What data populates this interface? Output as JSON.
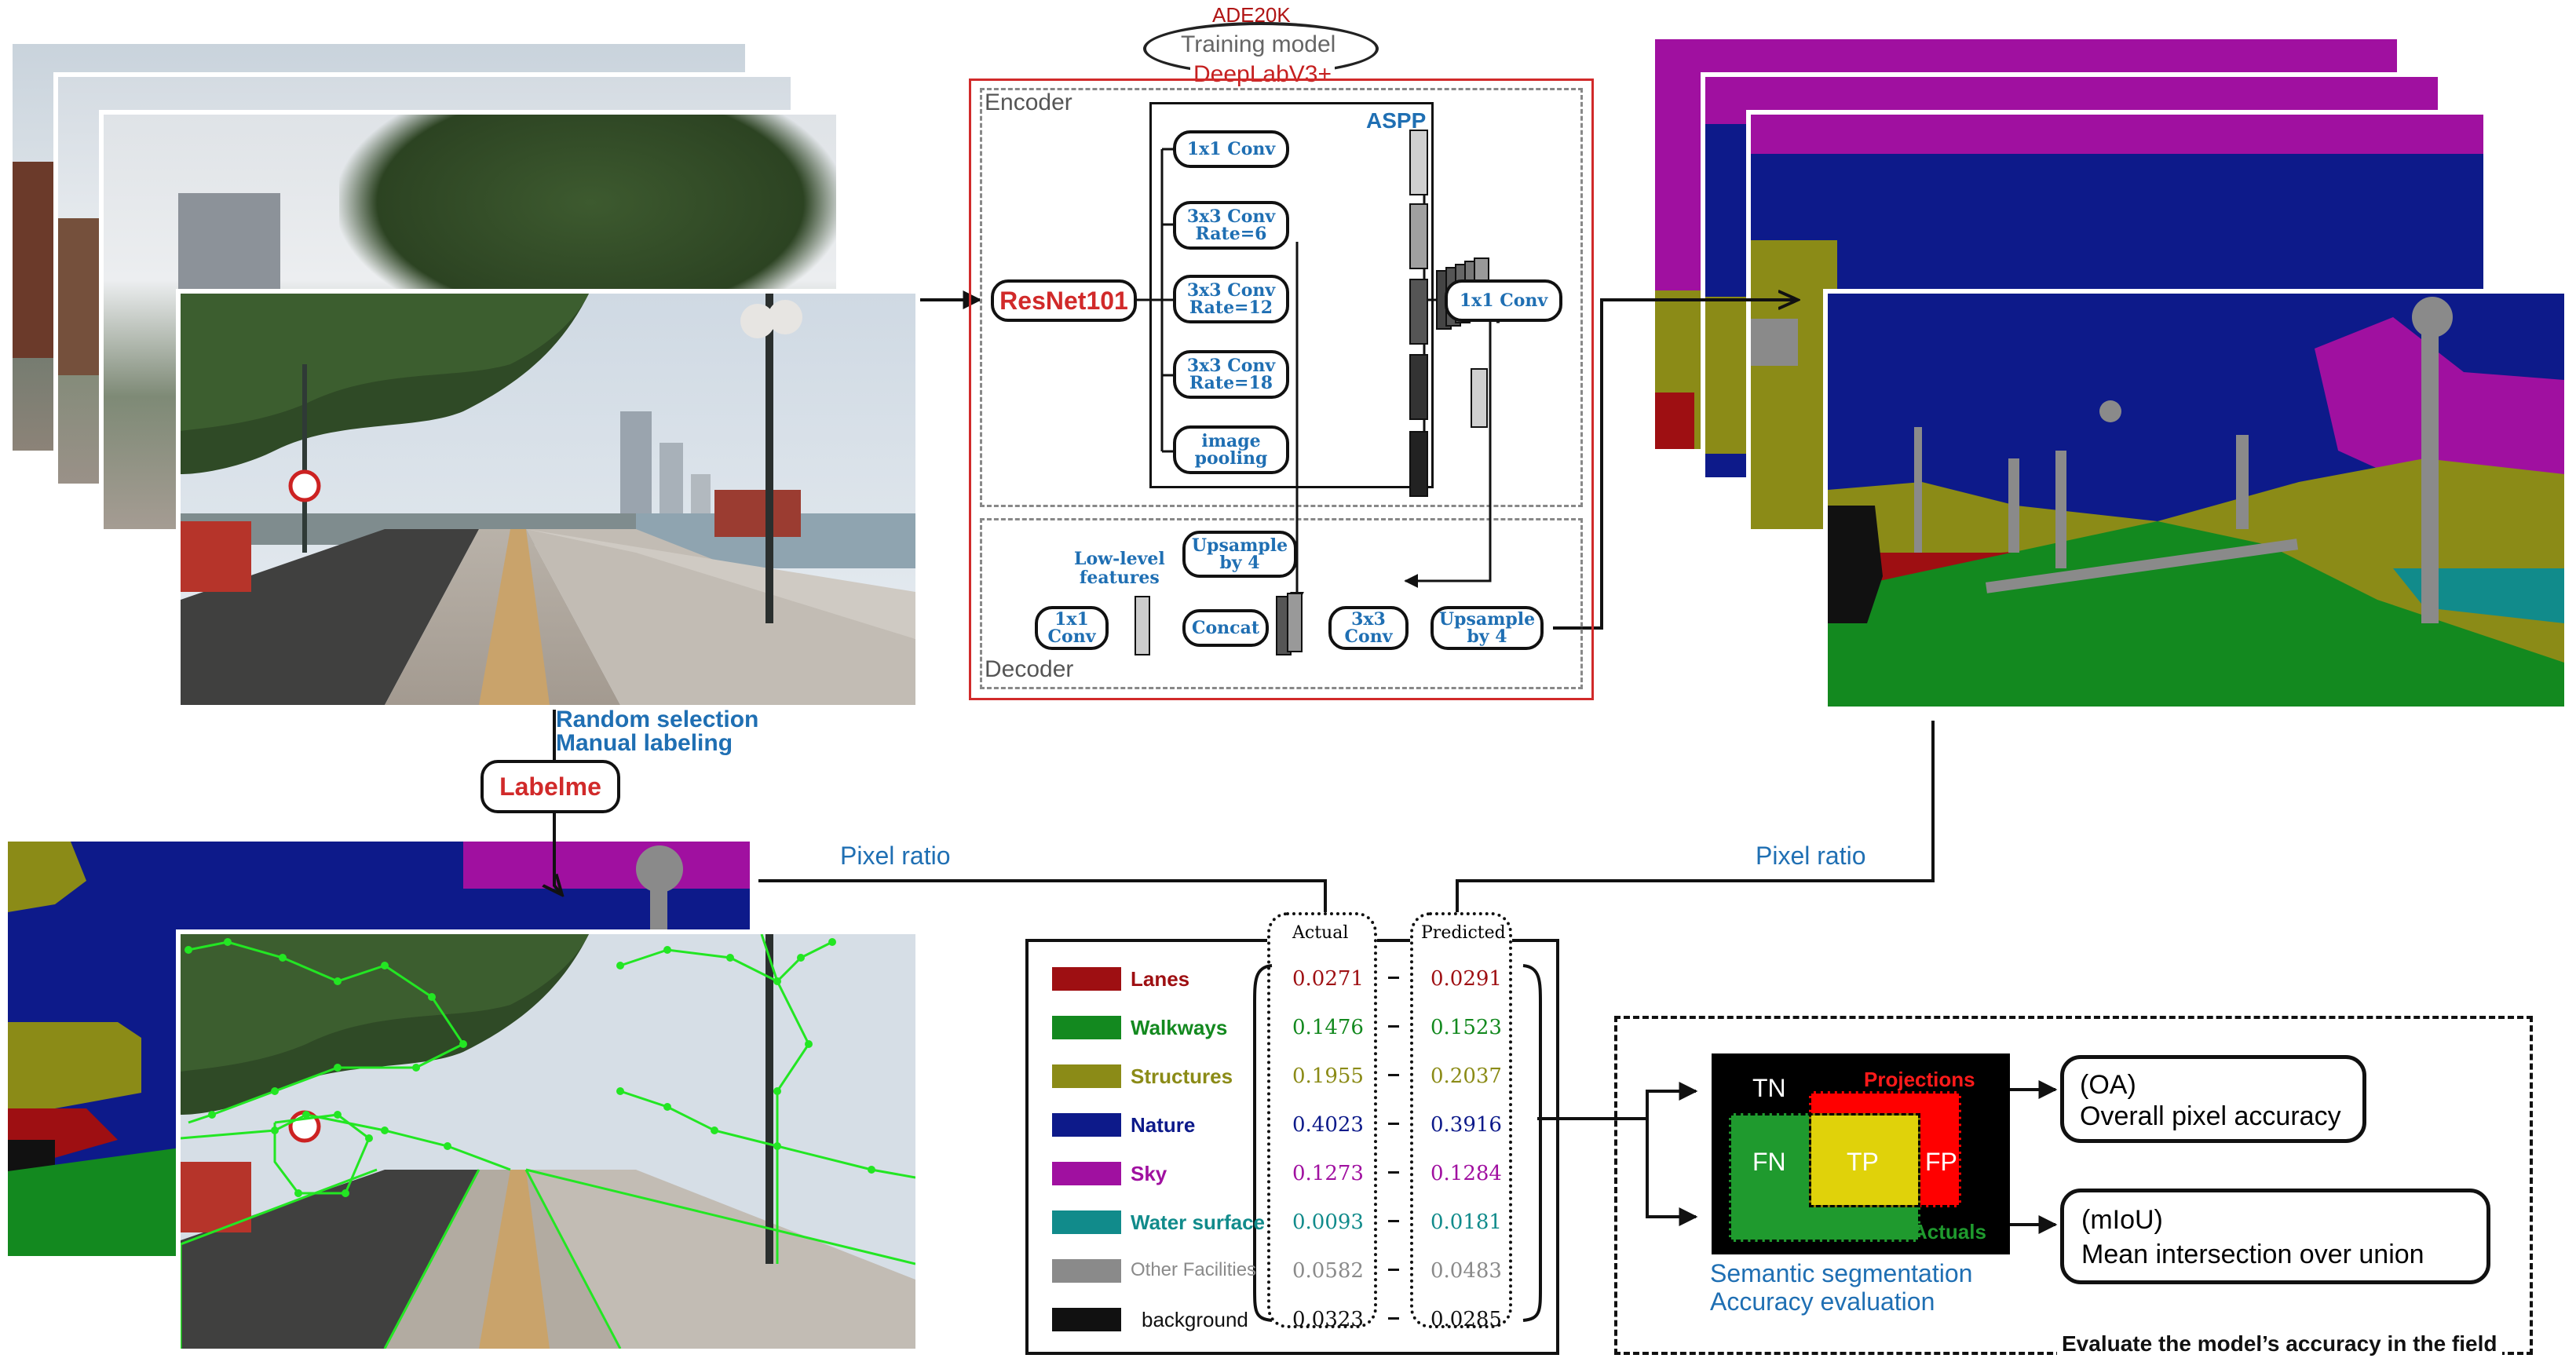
{
  "training": {
    "dataset": "ADE20K",
    "model_caption": "Training model",
    "model_name": "DeepLabV3+"
  },
  "encoder": {
    "title": "Encoder",
    "backbone": "ResNet101",
    "aspp": {
      "title": "ASPP",
      "branches": [
        "1x1 Conv",
        "3x3 Conv\nRate=6",
        "3x3 Conv\nRate=12",
        "3x3 Conv\nRate=18",
        "image\npooling"
      ]
    },
    "after_concat": "1x1 Conv"
  },
  "decoder": {
    "title": "Decoder",
    "upsample_top": "Upsample\nby 4",
    "low_level": "Low-level\nfeatures",
    "conv1": "1x1\nConv",
    "concat": "Concat",
    "conv3": "3x3\nConv",
    "upsample_out": "Upsample\nby 4"
  },
  "labeling": {
    "line1": "Random selection",
    "line2": "Manual labeling",
    "tool": "Labelme"
  },
  "pixel_ratio_left": "Pixel ratio",
  "pixel_ratio_right": "Pixel ratio",
  "table": {
    "actual_header": "Actual",
    "predicted_header": "Predicted",
    "rows": [
      {
        "name": "Lanes",
        "color": "#9e0f12",
        "text_color": "#9e0f12",
        "actual": "0.0271",
        "predicted": "0.0291"
      },
      {
        "name": "Walkways",
        "color": "#13891f",
        "text_color": "#13891f",
        "actual": "0.1476",
        "predicted": "0.1523"
      },
      {
        "name": "Structures",
        "color": "#8b8b17",
        "text_color": "#8b8b17",
        "actual": "0.1955",
        "predicted": "0.2037"
      },
      {
        "name": "Nature",
        "color": "#0d1a8a",
        "text_color": "#0d1a8a",
        "actual": "0.4023",
        "predicted": "0.3916"
      },
      {
        "name": "Sky",
        "color": "#a010a0",
        "text_color": "#a010a0",
        "actual": "0.1273",
        "predicted": "0.1284"
      },
      {
        "name": "Water surface",
        "color": "#118b8b",
        "text_color": "#118b8b",
        "actual": "0.0093",
        "predicted": "0.0181"
      },
      {
        "name": "Other Facilities",
        "color": "#8a8a8a",
        "text_color": "#8a8a8a",
        "actual": "0.0582",
        "predicted": "0.0483"
      },
      {
        "name": "background",
        "color": "#111111",
        "text_color": "#111111",
        "actual": "0.0323",
        "predicted": "0.0285"
      }
    ]
  },
  "accuracy": {
    "tn": "TN",
    "fn": "FN",
    "tp": "TP",
    "fp": "FP",
    "projections": "Projections",
    "actuals": "Actuals",
    "caption1": "Semantic segmentation",
    "caption2": "Accuracy evaluation",
    "oa_abbr": "(OA)",
    "oa_full": "Overall pixel accuracy",
    "miou_abbr": "(mIoU)",
    "miou_full": "Mean intersection over union",
    "footer": "Evaluate the model’s accuracy in the field"
  },
  "seg_colors": {
    "sky": "#a010a0",
    "nature": "#0d1a8a",
    "structures": "#8b8b17",
    "walkways": "#13891f",
    "lanes": "#9e0f12",
    "other": "#8a8a8a",
    "water": "#118b8b",
    "background": "#111111"
  }
}
